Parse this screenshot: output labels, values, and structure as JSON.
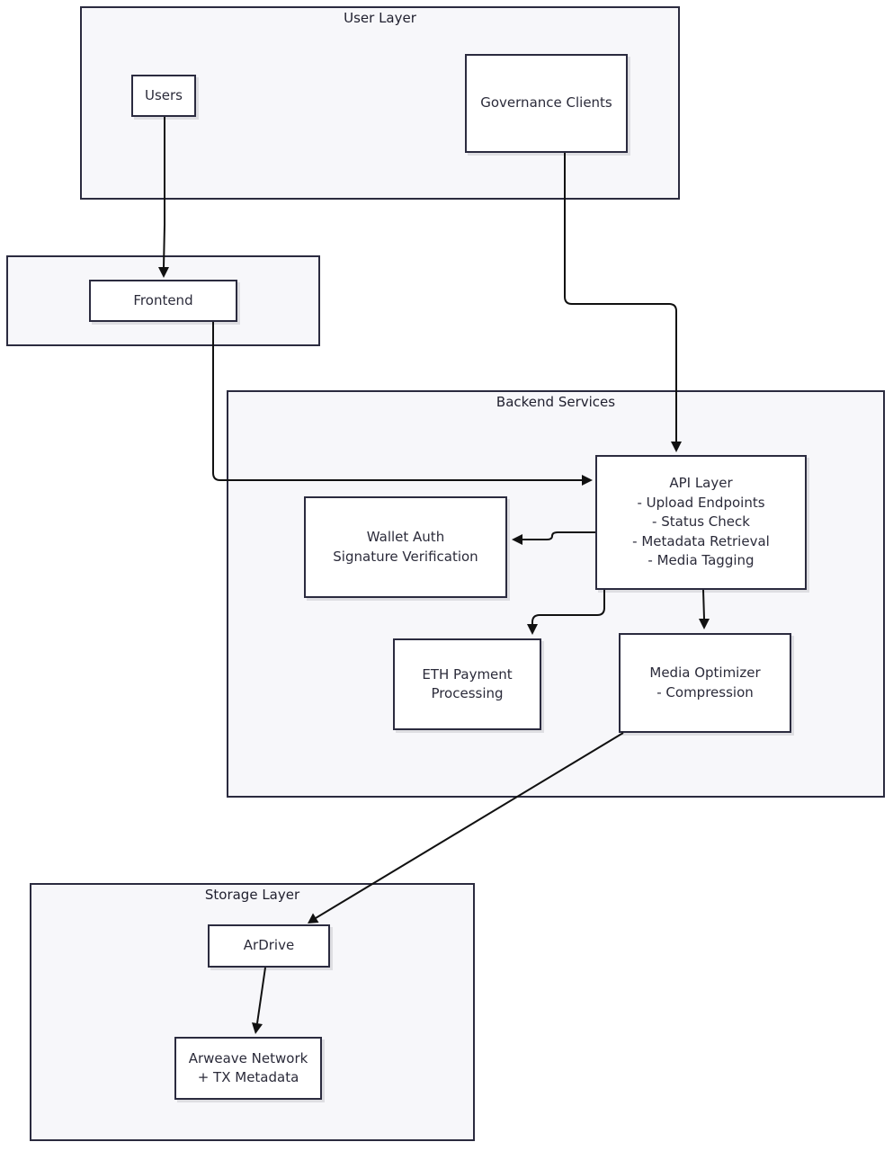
{
  "clusters": {
    "user_layer": "User Layer",
    "frontend_group": "",
    "backend_services": "Backend Services",
    "storage_layer": "Storage Layer"
  },
  "nodes": {
    "users": "Users",
    "governance_clients": "Governance Clients",
    "frontend": "Frontend",
    "api_layer": [
      "API Layer",
      "- Upload Endpoints",
      "- Status Check",
      "- Metadata Retrieval",
      "- Media Tagging"
    ],
    "wallet_auth": [
      "Wallet Auth",
      "Signature Verification"
    ],
    "eth_payment": [
      "ETH Payment",
      "Processing"
    ],
    "media_optimizer": [
      "Media Optimizer",
      "- Compression"
    ],
    "ardrive": "ArDrive",
    "arweave_network": [
      "Arweave Network",
      "+ TX Metadata"
    ]
  },
  "edges": [
    {
      "from": "Users",
      "to": "Frontend"
    },
    {
      "from": "Governance Clients",
      "to": "API Layer"
    },
    {
      "from": "Frontend",
      "to": "API Layer"
    },
    {
      "from": "API Layer",
      "to": "Wallet Auth"
    },
    {
      "from": "API Layer",
      "to": "ETH Payment"
    },
    {
      "from": "API Layer",
      "to": "Media Optimizer"
    },
    {
      "from": "Media Optimizer",
      "to": "ArDrive"
    },
    {
      "from": "ArDrive",
      "to": "Arweave Network"
    }
  ]
}
